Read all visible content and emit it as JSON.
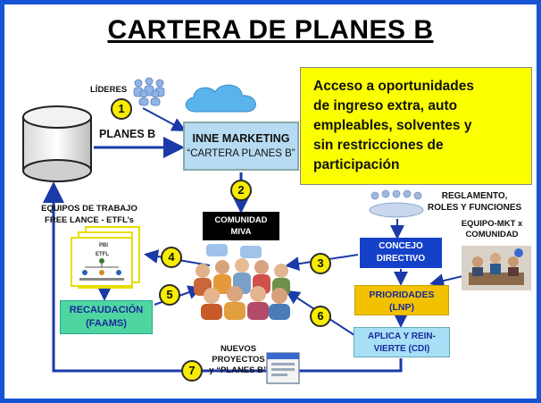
{
  "title": "CARTERA DE PLANES B",
  "highlight_lines": [
    "Acceso a oportunidades",
    "de ingreso extra, auto",
    "empleables, solventes y",
    "sin restricciones de",
    "participación"
  ],
  "labels": {
    "lideres": "LÍDERES",
    "planes_b": "PLANES B",
    "equipos_line1": "EQUIPOS DE TRABAJO",
    "equipos_line2": "FREE LANCE - ETFL’s",
    "reglamento_line1": "REGLAMENTO,",
    "reglamento_line2": "ROLES Y FUNCIONES",
    "equipo_mkt_line1": "EQUIPO-MKT x",
    "equipo_mkt_line2": "COMUNIDAD",
    "nuevos_line1": "NUEVOS",
    "nuevos_line2": "PROYECTOS",
    "nuevos_line3": "y “PLANES B”"
  },
  "boxes": {
    "inne_title": "INNE MARKETING",
    "inne_sub": "“CARTERA PLANES B”",
    "comunidad_line1": "COMUNIDAD",
    "comunidad_line2": "MIVA",
    "concejo_line1": "CONCEJO",
    "concejo_line2": "DIRECTIVO",
    "prioridades_line1": "PRIORIDADES",
    "prioridades_line2": "(LNP)",
    "aplica_line1": "APLICA Y REIN-",
    "aplica_line2": "VIERTE (CDI)",
    "recaudacion_line1": "RECAUDACIÓN",
    "recaudacion_line2": "(FAAMS)"
  },
  "card": {
    "header": "PBI",
    "team": "ETFL"
  },
  "steps": [
    "1",
    "2",
    "3",
    "4",
    "5",
    "6",
    "7"
  ],
  "colors": {
    "frame": "#1654d4",
    "arrow": "#1b3aa8",
    "yellow": "#fcff00",
    "step": "#f8ec00"
  }
}
